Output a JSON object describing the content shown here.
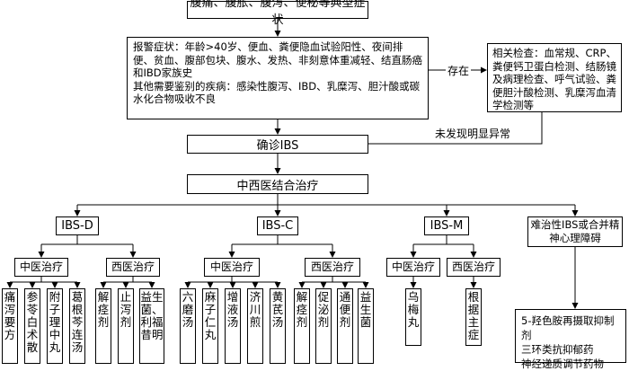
{
  "top_symptom": "腹痛、腹胀、腹泻、便秘等典型症状",
  "alarm": {
    "alarm_text": "报警症状：年龄>40岁、便血、粪便隐血试验阳性、夜间排便、贫血、腹部包块、腹水、发热、非刻意体重减轻、结直肠癌和IBD家族史",
    "differential_text": "其他需要鉴别的疾病：感染性腹泻、IBD、乳糜泻、胆汁酸或碳水化合物吸收不良"
  },
  "exists_label": "存在",
  "checks_text": "相关检查：血常规、CRP、粪便钙卫蛋白检测、结肠镜及病理检查、呼气试验、粪便胆汁酸检测、乳糜泻血清学检测等",
  "no_abnormal_label": "未发现明显异常",
  "diagnosis": "确诊IBS",
  "integrated": "中西医结合治疗",
  "types": {
    "d": "IBS-D",
    "c": "IBS-C",
    "m": "IBS-M",
    "refractory": "难治性IBS或合并精神心理障碍"
  },
  "tcm_label": "中医治疗",
  "wm_label": "西医治疗",
  "d_tcm": [
    "痛泻要方",
    "参苓白术散",
    "附子理中丸",
    "葛根芩连汤"
  ],
  "d_wm": [
    "解痉剂",
    "止泻剂",
    "益生菌、利福昔明"
  ],
  "c_tcm": [
    "六磨汤",
    "麻子仁丸",
    "增液汤",
    "济川煎",
    "黄芪汤"
  ],
  "c_wm": [
    "解痉剂",
    "促泌剂",
    "通便剂",
    "益生菌"
  ],
  "m_tcm": [
    "乌梅丸"
  ],
  "m_wm": [
    "根据主症"
  ],
  "refractory_treatment": [
    "5-羟色胺再摄取抑制剂",
    "三环类抗抑郁药",
    "神经递质调节药物"
  ]
}
